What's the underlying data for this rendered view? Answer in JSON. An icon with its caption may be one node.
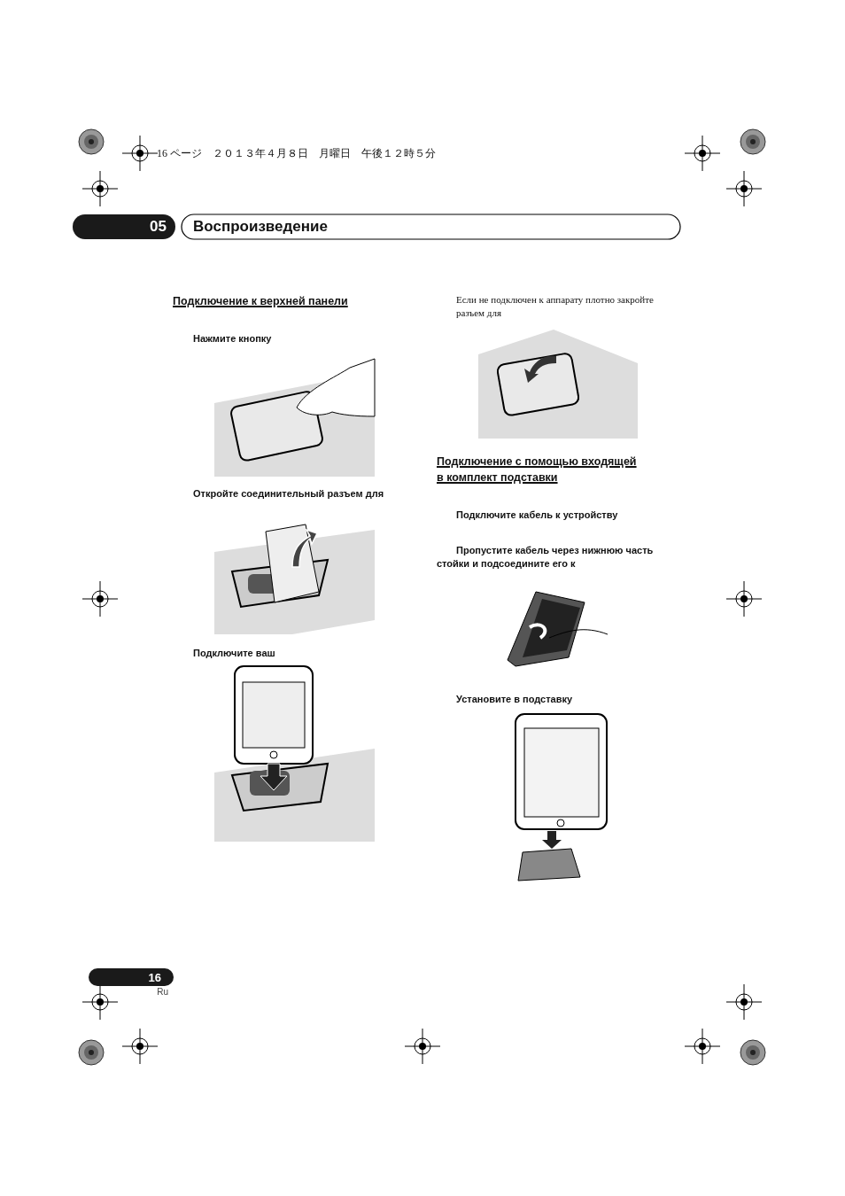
{
  "diagram": {
    "title": "Воспроизведение",
    "labels": [
      "16 ページ　２０１３年４月８日　月曜日　午後１２時５分",
      "05",
      "Подключение к верхней панели",
      "Нажмите кнопку",
      "Откройте соединительный разъем для",
      "Подключите ваш",
      "Если не подключен к аппарату плотно закройте разъем для",
      "Подключение с помощью входящей в комплект подставки",
      "Подключите кабель к устройству",
      "Пропустите кабель через нижнюю часть стойки и подсоедините его к",
      "Установите в подставку",
      "16",
      "Ru"
    ]
  }
}
